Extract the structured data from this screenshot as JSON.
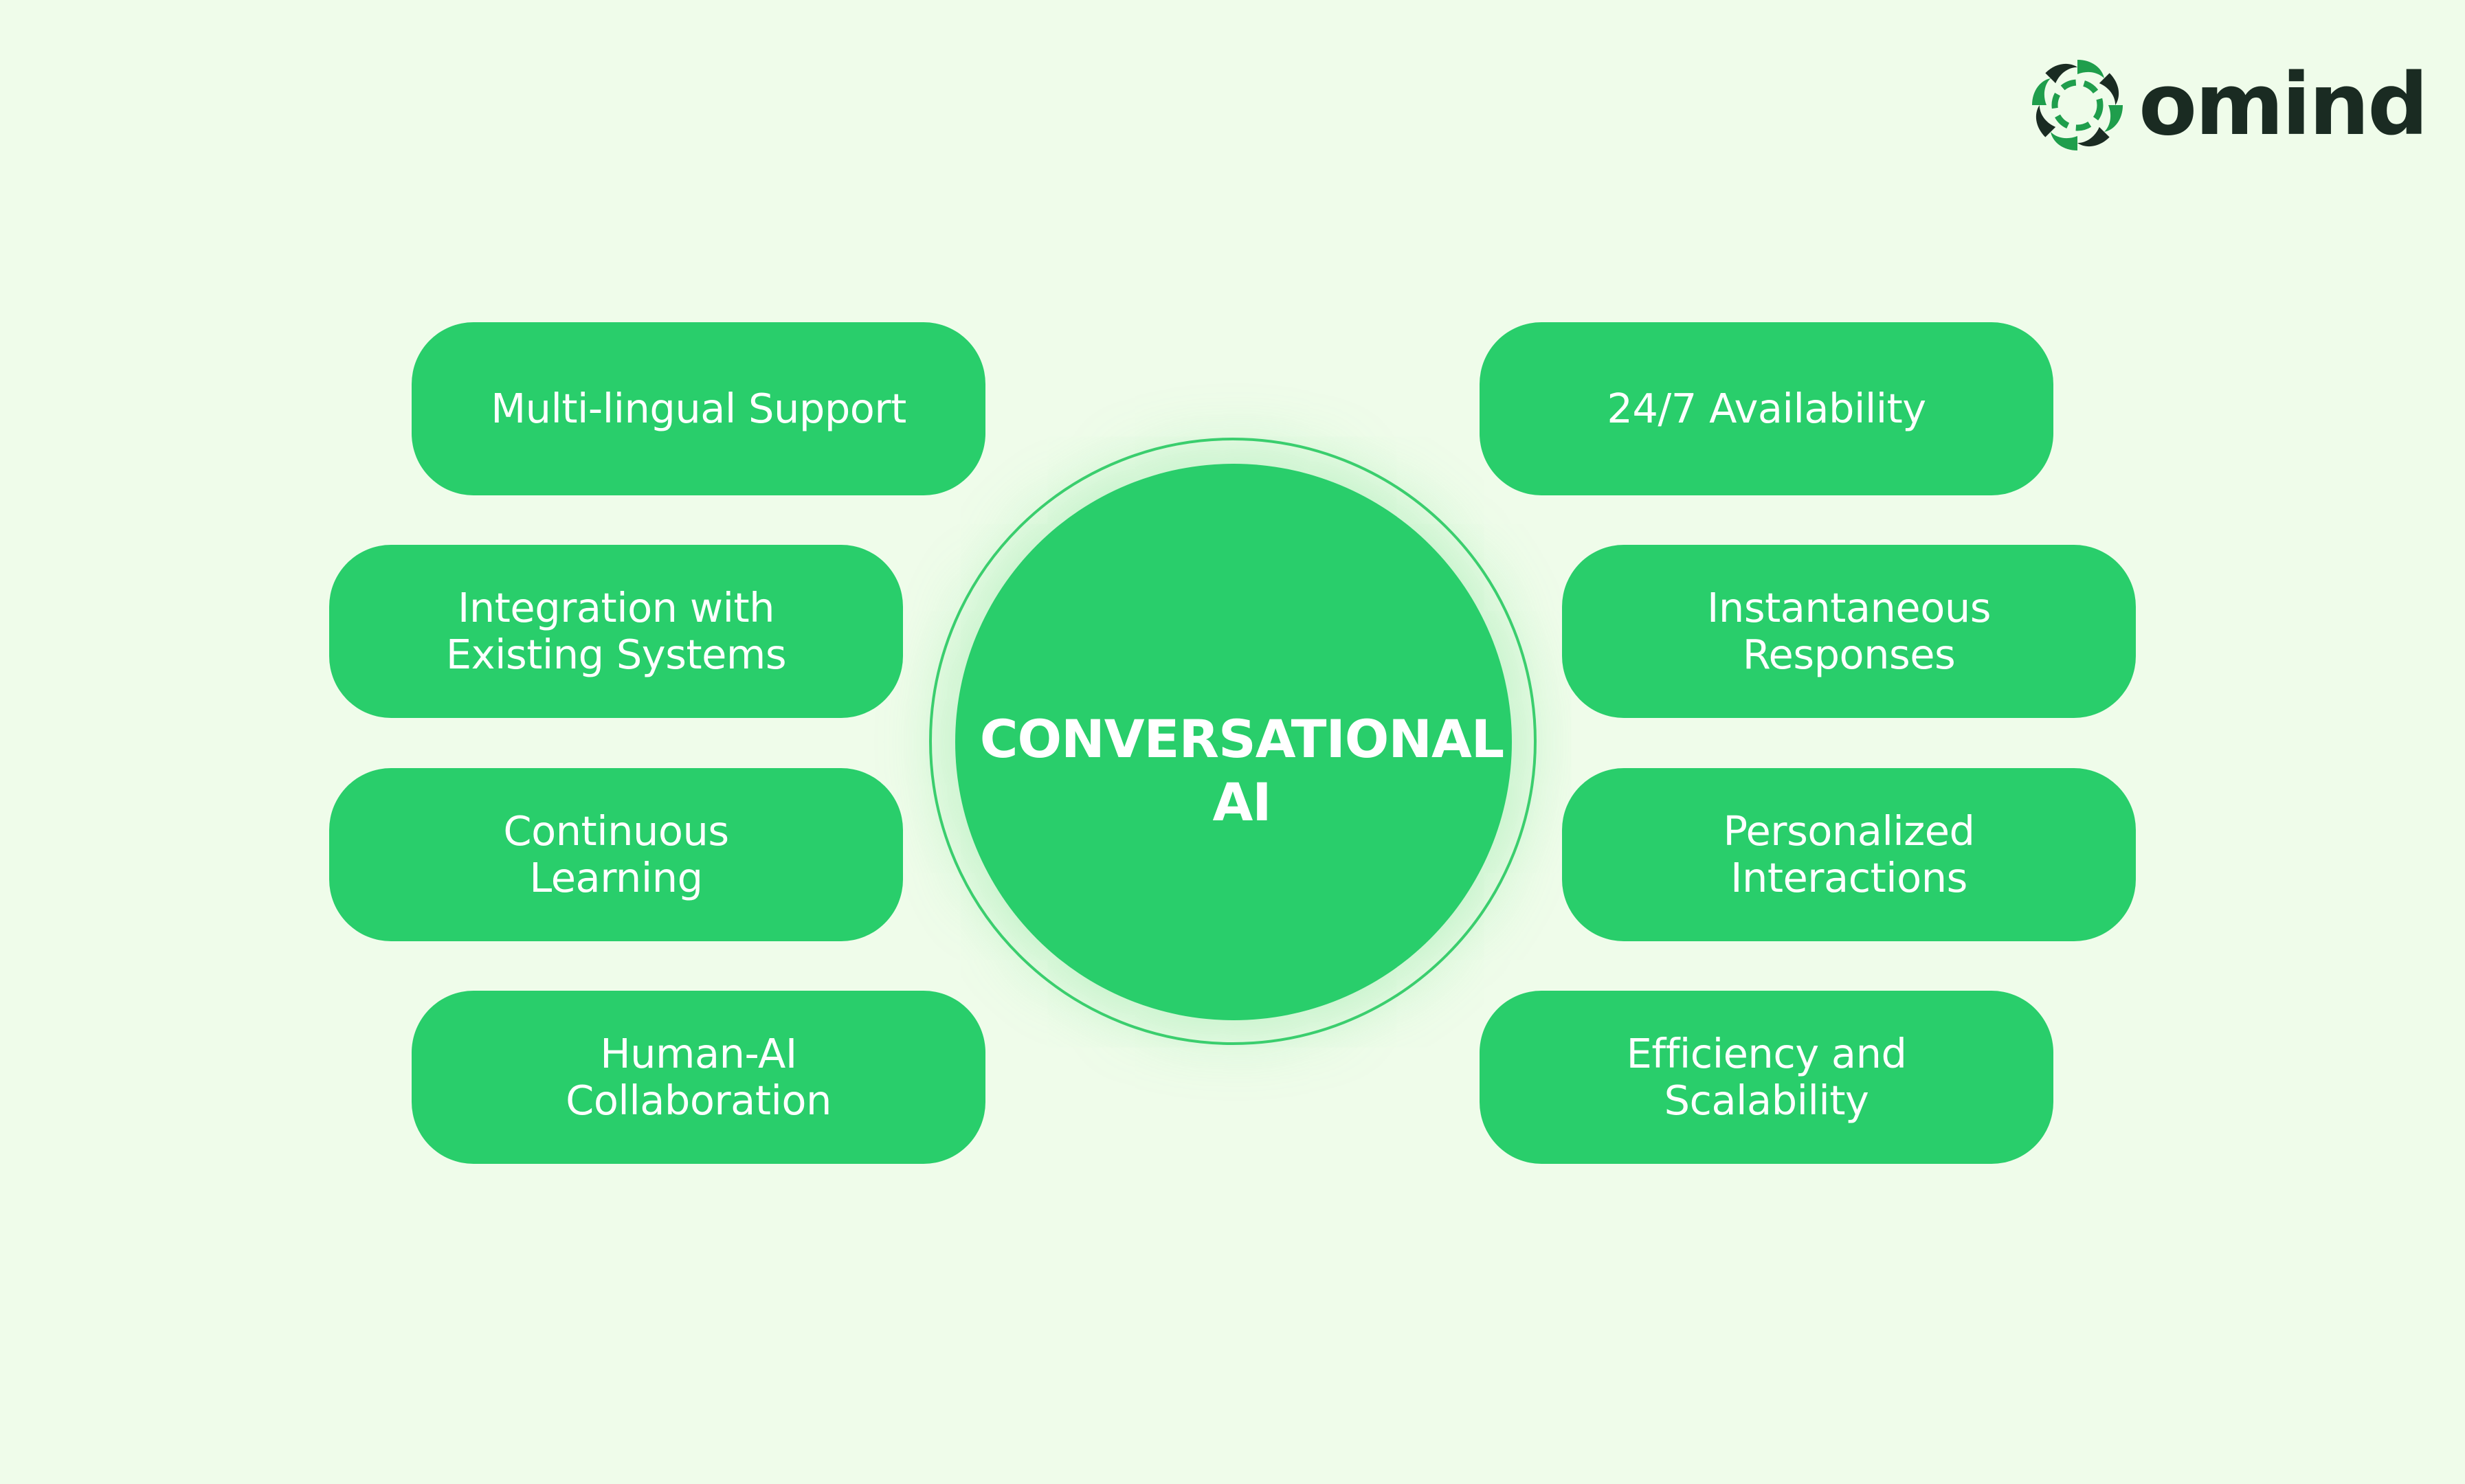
{
  "brand": {
    "name": "omind",
    "icon": "omind-logo-mark",
    "colors": {
      "dark": "#1a2b22",
      "green": "#1f9e4c"
    }
  },
  "diagram": {
    "center": {
      "label": "CONVERSATIONAL\nAI"
    },
    "left_items": [
      {
        "label": "Multi-lingual Support"
      },
      {
        "label": "Integration with\nExisting Systems"
      },
      {
        "label": "Continuous\nLearning"
      },
      {
        "label": "Human-AI\nCollaboration"
      }
    ],
    "right_items": [
      {
        "label": "24/7 Availability"
      },
      {
        "label": "Instantaneous\nResponses"
      },
      {
        "label": "Personalized\nInteractions"
      },
      {
        "label": "Efficiency and\nScalability"
      }
    ]
  },
  "colors": {
    "background": "#effcea",
    "accent": "#29ce6b",
    "text_on_accent": "#ffffff"
  }
}
